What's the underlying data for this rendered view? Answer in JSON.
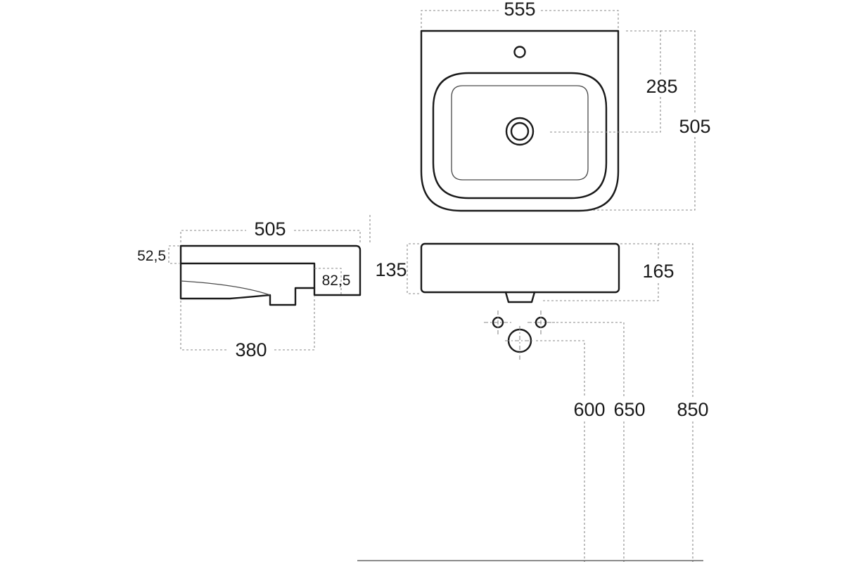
{
  "drawing": {
    "top_view": {
      "width_label": "555",
      "hole_offset_label": "285",
      "depth_label": "505"
    },
    "side_view": {
      "depth_label": "505",
      "rim_label": "52,5",
      "bowl_label": "380",
      "step_label": "82,5"
    },
    "front_view": {
      "height_label": "135",
      "rim_height_label": "165"
    },
    "installation": {
      "waste_height_label": "600",
      "supply_height_label": "650",
      "rim_floor_label": "850"
    }
  }
}
